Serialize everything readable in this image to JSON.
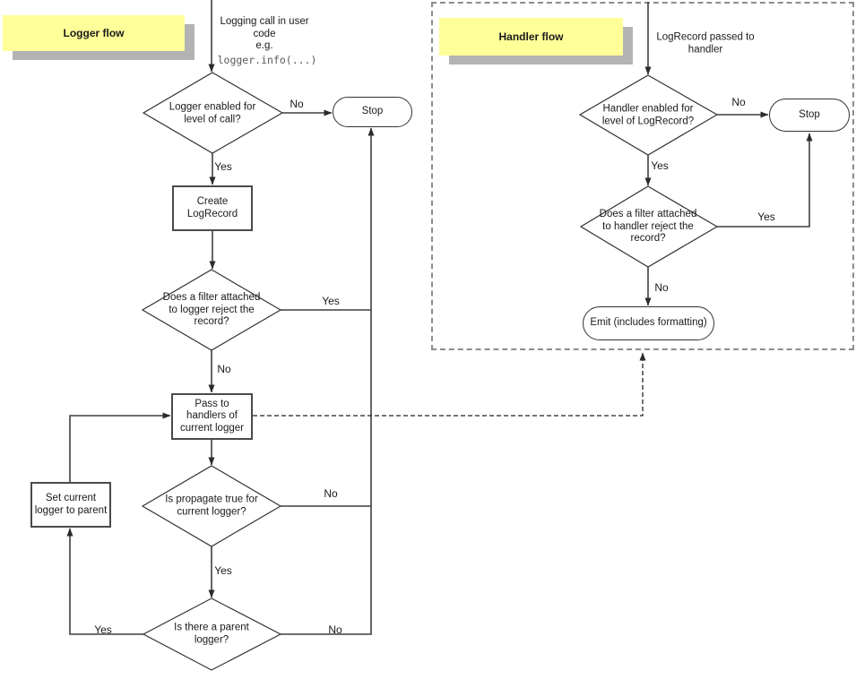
{
  "colors": {
    "banner_bg": "#FFFF99",
    "banner_shadow": "#B3B3B3",
    "line": "#3F3F3F",
    "panel_border": "#8C8C8C",
    "code_text": "#595959"
  },
  "labels": {
    "yes": "Yes",
    "no": "No"
  },
  "logger_flow": {
    "title": "Logger flow",
    "start_text": "Logging call in user\ncode\ne.g.",
    "start_code": "logger.info(...)",
    "decision_level": "Logger enabled for\nlevel of call?",
    "stop": "Stop",
    "create_record": "Create\nLogRecord",
    "decision_filter": "Does a filter attached\nto logger reject the\nrecord?",
    "pass_handlers": "Pass to\nhandlers of\ncurrent logger",
    "decision_propagate": "Is propagate true for\ncurrent logger?",
    "set_parent": "Set current\nlogger to parent",
    "decision_parent": "Is there a parent\nlogger?"
  },
  "handler_flow": {
    "title": "Handler flow",
    "start_text": "LogRecord passed to\nhandler",
    "decision_level": "Handler enabled for\nlevel of LogRecord?",
    "stop": "Stop",
    "decision_filter": "Does a filter attached\nto handler reject the\nrecord?",
    "emit": "Emit (includes formatting)"
  }
}
